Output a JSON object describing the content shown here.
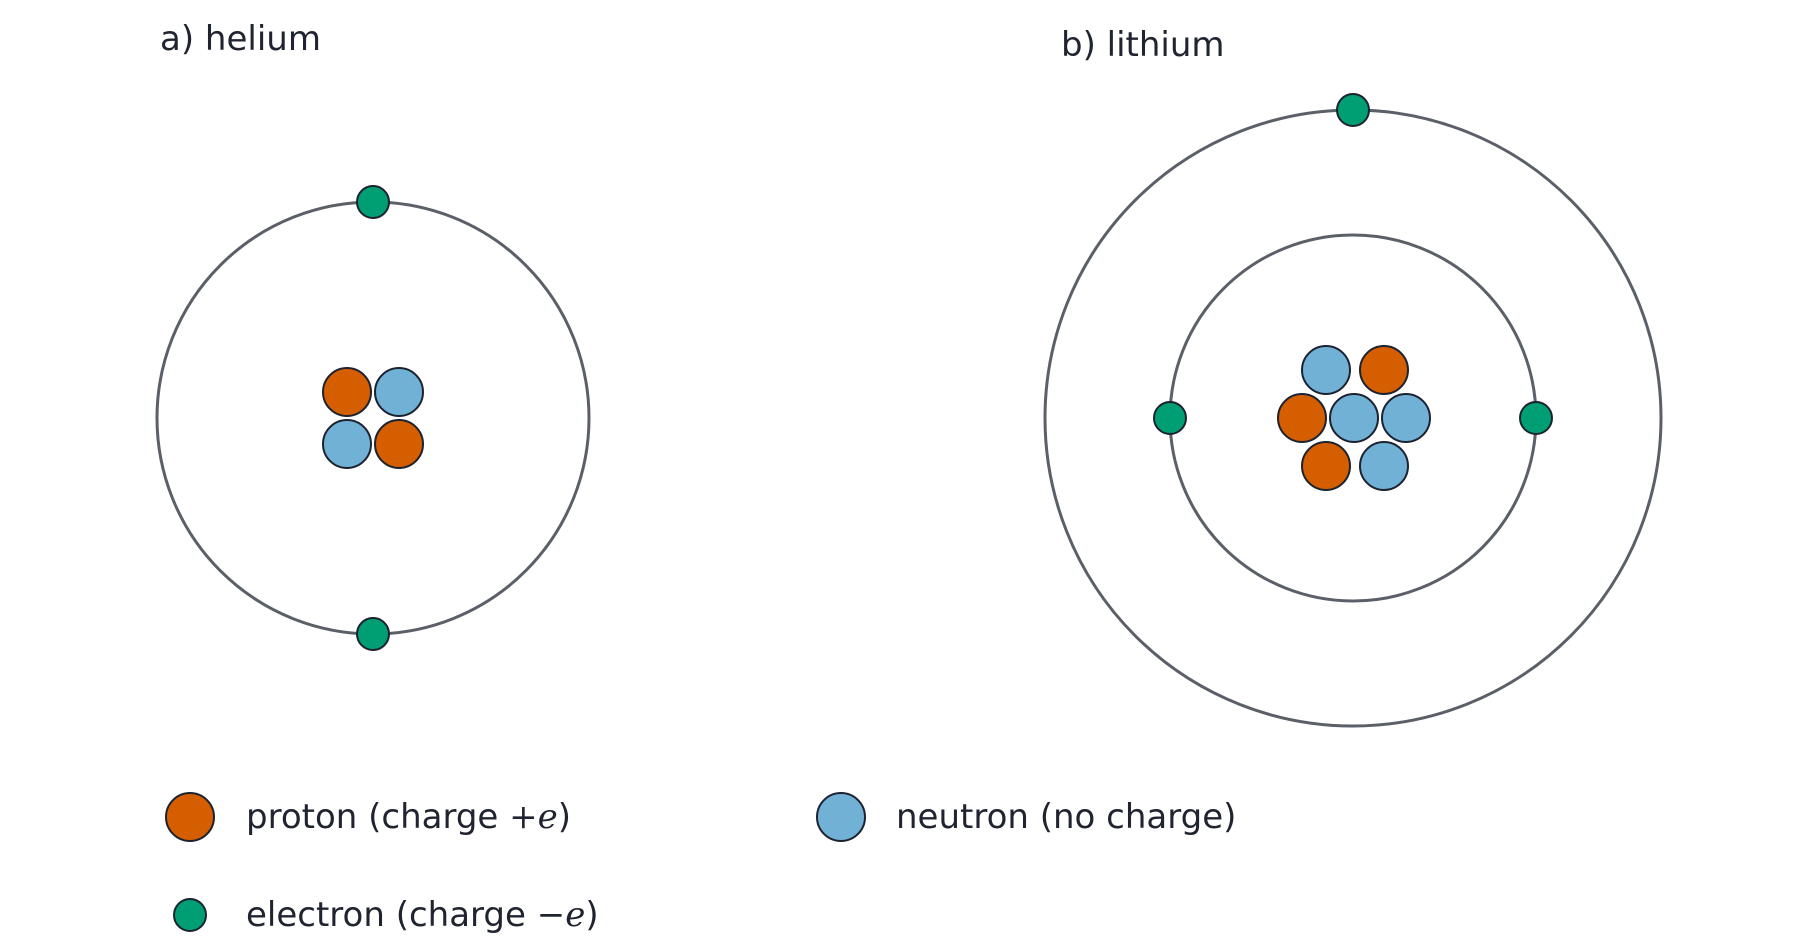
{
  "panels": [
    {
      "id": "helium",
      "title": "a) helium",
      "nucleus": {
        "protons": 2,
        "neutrons": 2
      },
      "shells": [
        2
      ]
    },
    {
      "id": "lithium",
      "title": "b) lithium",
      "nucleus": {
        "protons": 3,
        "neutrons": 4
      },
      "shells": [
        2,
        1
      ]
    }
  ],
  "legend": {
    "proton": {
      "label": "proton (charge ",
      "math": "+e",
      "close": ")"
    },
    "neutron": {
      "label": "neutron (no charge)"
    },
    "electron": {
      "label": "electron (charge ",
      "math": "−e",
      "close": ")"
    }
  },
  "colors": {
    "proton": "#d55e00",
    "neutron": "#72b1d6",
    "electron": "#009e73",
    "orbit": "#5b6068",
    "outline": "#1c2230"
  }
}
